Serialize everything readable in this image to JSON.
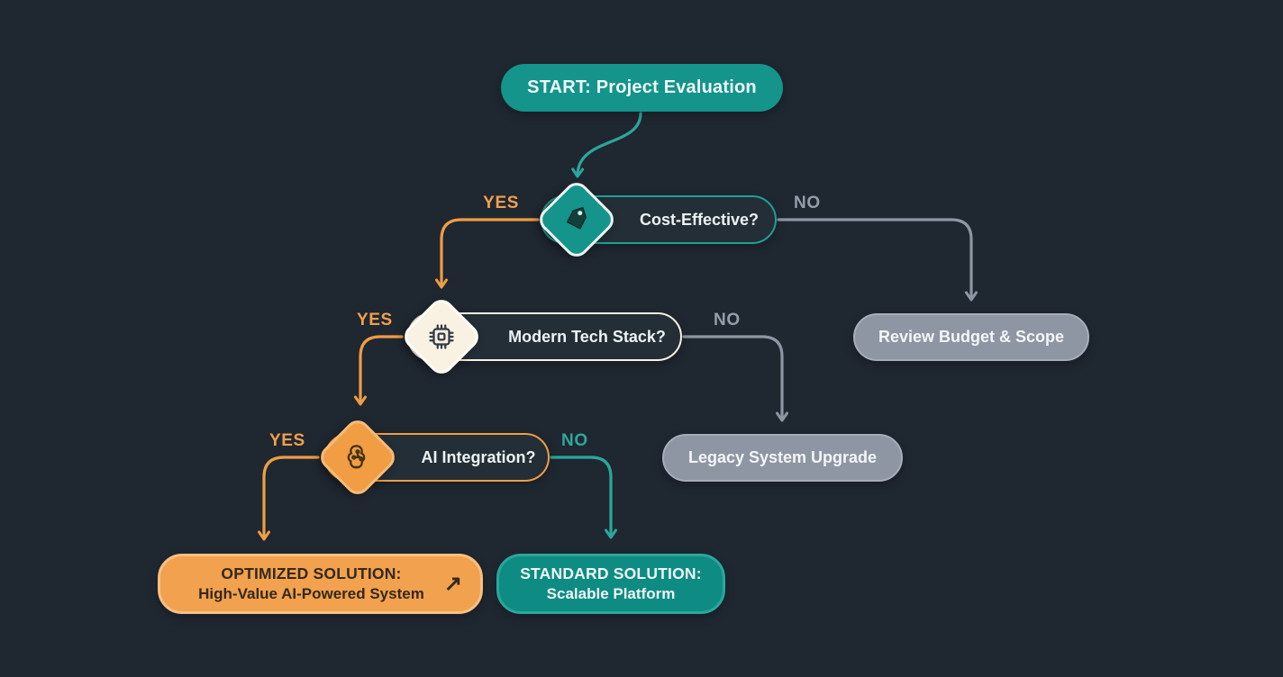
{
  "colors": {
    "background": "#1f2731",
    "teal": "#14948b",
    "teal_line": "#2aa79d",
    "orange": "#f09d43",
    "gray": "#8d96a2",
    "cream": "#f9f2e2",
    "dark_text_on_orange": "#33291a",
    "white_text": "#f2f6f7"
  },
  "nodes": {
    "start": {
      "label": "START: Project Evaluation"
    },
    "cost": {
      "label": "Cost-Effective?",
      "icon": "tag-icon"
    },
    "tech": {
      "label": "Modern Tech Stack?",
      "icon": "chip-icon"
    },
    "ai": {
      "label": "AI Integration?",
      "icon": "brain-circuit-icon"
    },
    "review": {
      "label": "Review Budget & Scope"
    },
    "legacy": {
      "label": "Legacy System Upgrade"
    },
    "optimized": {
      "title": "OPTIMIZED SOLUTION:",
      "subtitle": "High-Value AI-Powered System",
      "icon": "arrow-up-right-icon",
      "icon_glyph": "↗"
    },
    "standard": {
      "title": "STANDARD SOLUTION:",
      "subtitle": "Scalable Platform"
    }
  },
  "edge_labels": {
    "cost_yes": "YES",
    "cost_no": "NO",
    "tech_yes": "YES",
    "tech_no": "NO",
    "ai_yes": "YES",
    "ai_no": "NO"
  }
}
